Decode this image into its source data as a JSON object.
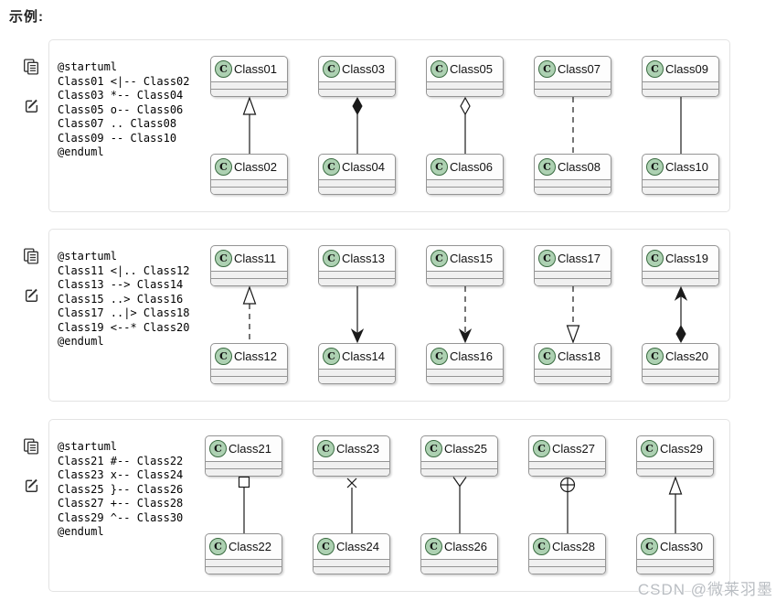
{
  "page": {
    "title": "示例:",
    "watermark": "CSDN @微莱羽墨",
    "gutter_icons": [
      "copy-icon",
      "edit-icon"
    ]
  },
  "uml": {
    "spot_letter": "C"
  },
  "colors": {
    "class_icon_fill": "#ADD1B2",
    "class_icon_border": "#3a6b41",
    "line": "#1a1a1a",
    "panel_border": "#e3e3e3",
    "box_border": "#949494",
    "compartment_fill": "#f0f0f0"
  },
  "panels": [
    {
      "code": [
        "@startuml",
        "Class01 <|-- Class02",
        "Class03 *-- Class04",
        "Class05 o-- Class06",
        "Class07 .. Class08",
        "Class09 -- Class10",
        "@enduml"
      ],
      "pairs": [
        {
          "top": "Class01",
          "bottom": "Class02",
          "line": "solid",
          "top_marker": "hollow-triangle",
          "bottom_marker": "none"
        },
        {
          "top": "Class03",
          "bottom": "Class04",
          "line": "solid",
          "top_marker": "filled-diamond",
          "bottom_marker": "none"
        },
        {
          "top": "Class05",
          "bottom": "Class06",
          "line": "solid",
          "top_marker": "hollow-diamond",
          "bottom_marker": "none"
        },
        {
          "top": "Class07",
          "bottom": "Class08",
          "line": "dashed",
          "top_marker": "none",
          "bottom_marker": "none"
        },
        {
          "top": "Class09",
          "bottom": "Class10",
          "line": "solid",
          "top_marker": "none",
          "bottom_marker": "none"
        }
      ]
    },
    {
      "code": [
        "@startuml",
        "Class11 <|.. Class12",
        "Class13 --> Class14",
        "Class15 ..> Class16",
        "Class17 ..|> Class18",
        "Class19 <--* Class20",
        "@enduml"
      ],
      "pairs": [
        {
          "top": "Class11",
          "bottom": "Class12",
          "line": "dashed",
          "top_marker": "hollow-triangle",
          "bottom_marker": "none"
        },
        {
          "top": "Class13",
          "bottom": "Class14",
          "line": "solid",
          "top_marker": "none",
          "bottom_marker": "arrow"
        },
        {
          "top": "Class15",
          "bottom": "Class16",
          "line": "dashed",
          "top_marker": "none",
          "bottom_marker": "arrow"
        },
        {
          "top": "Class17",
          "bottom": "Class18",
          "line": "dashed",
          "top_marker": "none",
          "bottom_marker": "hollow-triangle"
        },
        {
          "top": "Class19",
          "bottom": "Class20",
          "line": "solid",
          "top_marker": "arrow",
          "bottom_marker": "filled-diamond"
        }
      ]
    },
    {
      "code": [
        "@startuml",
        "Class21 #-- Class22",
        "Class23 x-- Class24",
        "Class25 }-- Class26",
        "Class27 +-- Class28",
        "Class29 ^-- Class30",
        "@enduml"
      ],
      "pairs": [
        {
          "top": "Class21",
          "bottom": "Class22",
          "line": "solid",
          "top_marker": "square",
          "bottom_marker": "none"
        },
        {
          "top": "Class23",
          "bottom": "Class24",
          "line": "solid",
          "top_marker": "x",
          "bottom_marker": "none"
        },
        {
          "top": "Class25",
          "bottom": "Class26",
          "line": "solid",
          "top_marker": "crow-foot",
          "bottom_marker": "none"
        },
        {
          "top": "Class27",
          "bottom": "Class28",
          "line": "solid",
          "top_marker": "circle-plus",
          "bottom_marker": "none"
        },
        {
          "top": "Class29",
          "bottom": "Class30",
          "line": "solid",
          "top_marker": "hollow-triangle",
          "bottom_marker": "none"
        }
      ]
    }
  ]
}
